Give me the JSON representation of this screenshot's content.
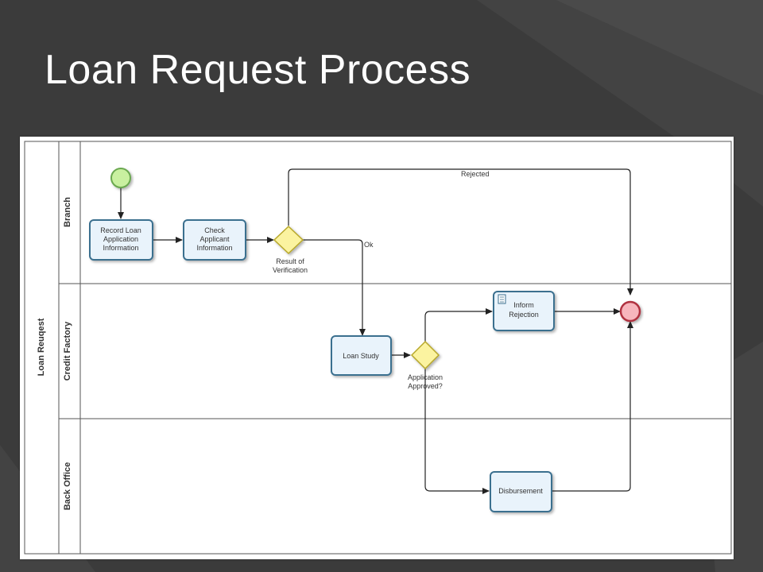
{
  "slide": {
    "title": "Loan Request Process"
  },
  "diagram": {
    "pool_label": "Loan Reuqest",
    "lanes": {
      "branch": "Branch",
      "credit_factory": "Credit Factory",
      "back_office": "Back Office"
    },
    "tasks": {
      "record_loan": [
        "Record Loan",
        "Application",
        "Information"
      ],
      "check_applicant": [
        "Check",
        "Applicant",
        "Information"
      ],
      "loan_study": [
        "Loan Study"
      ],
      "inform_rejection": [
        "Inform",
        "Rejection"
      ],
      "disbursement": [
        "Disbursement"
      ]
    },
    "gateways": {
      "verification": [
        "Result of",
        "Verification"
      ],
      "approval": [
        "Application",
        "Approved?"
      ]
    },
    "flow_labels": {
      "rejected": "Rejected",
      "ok": "Ok"
    },
    "colors": {
      "start_event": "#c9f0a0",
      "end_event": "#f7b6bd",
      "gateway": "#fbf3a0",
      "task_fill": "#e9f3fb",
      "task_border": "#3b6f8f"
    }
  }
}
